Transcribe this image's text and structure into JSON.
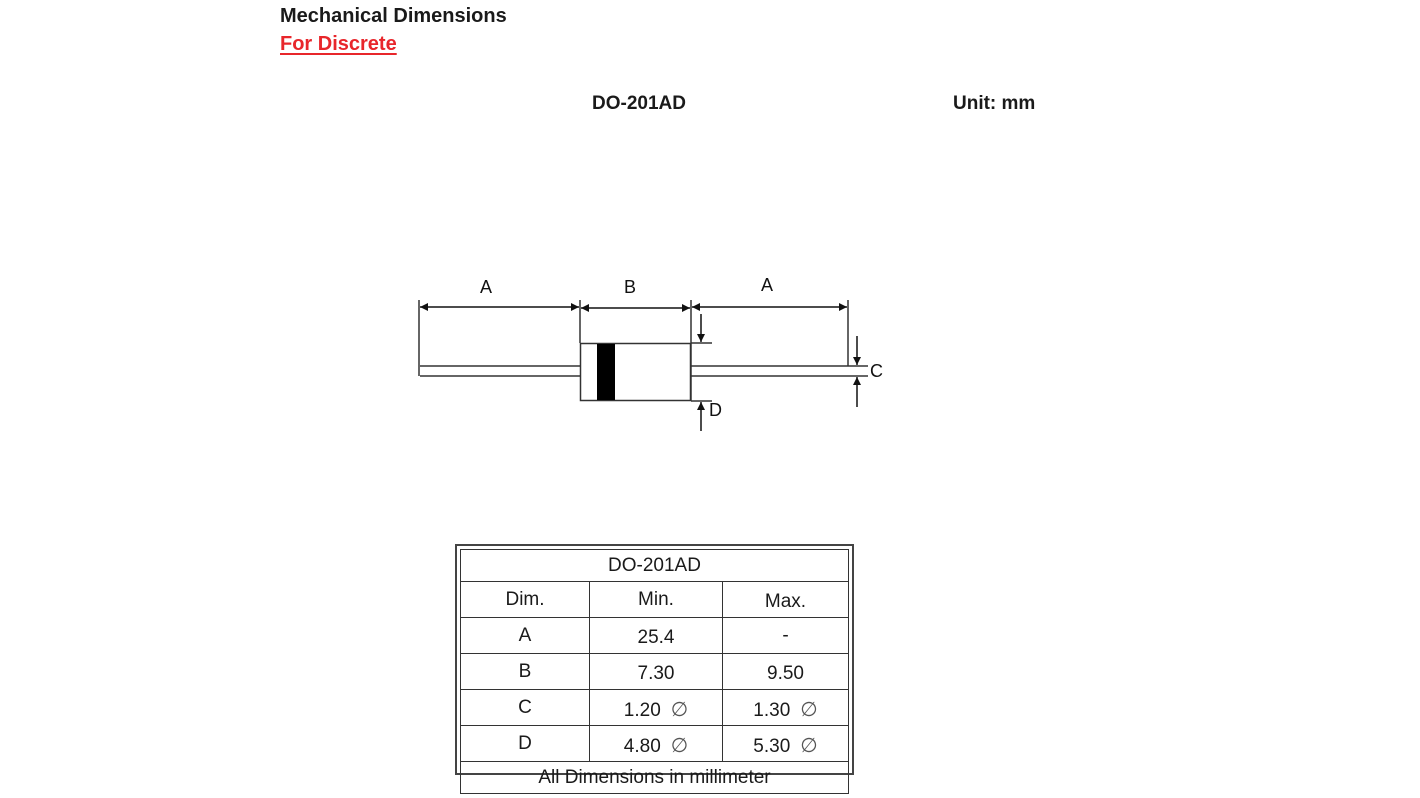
{
  "header": {
    "title": "Mechanical Dimensions",
    "link_label": "For Discrete"
  },
  "package": {
    "name": "DO-201AD",
    "unit_label": "Unit: mm"
  },
  "diagram": {
    "labels": {
      "lead_left": "A",
      "body": "B",
      "lead_right": "A",
      "lead_diameter": "C",
      "body_diameter": "D"
    }
  },
  "table": {
    "title": "DO-201AD",
    "headers": [
      "Dim.",
      "Min.",
      "Max."
    ],
    "rows": [
      {
        "dim": "A",
        "min": "25.4",
        "min_symbol": "",
        "max": "-",
        "max_symbol": ""
      },
      {
        "dim": "B",
        "min": "7.30",
        "min_symbol": "",
        "max": "9.50",
        "max_symbol": ""
      },
      {
        "dim": "C",
        "min": "1.20",
        "min_symbol": "∅",
        "max": "1.30",
        "max_symbol": "∅"
      },
      {
        "dim": "D",
        "min": "4.80",
        "min_symbol": "∅",
        "max": "5.30",
        "max_symbol": "∅"
      }
    ],
    "footer": "All Dimensions in millimeter"
  },
  "colors": {
    "link": "#e8262b",
    "text": "#1a1a1a",
    "line": "#333333"
  }
}
